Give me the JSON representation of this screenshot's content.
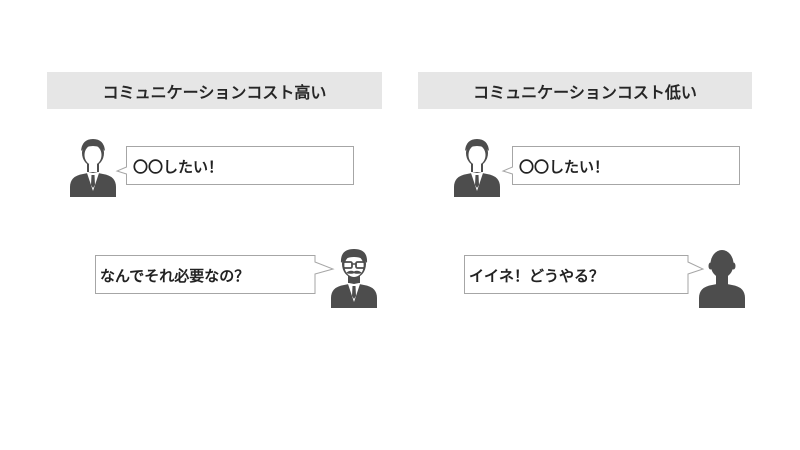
{
  "left_panel": {
    "title": "コミュニケーションコスト高い",
    "speech_1": "〇〇したい！",
    "speech_2": "なんでそれ必要なの？"
  },
  "right_panel": {
    "title": "コミュニケーションコスト低い",
    "speech_1": "〇〇したい！",
    "speech_2": "イイネ！どうやる？"
  },
  "colors": {
    "header_bg": "#e6e6e6",
    "icon": "#4d4d4d",
    "bubble_border": "#a6a6a6"
  }
}
